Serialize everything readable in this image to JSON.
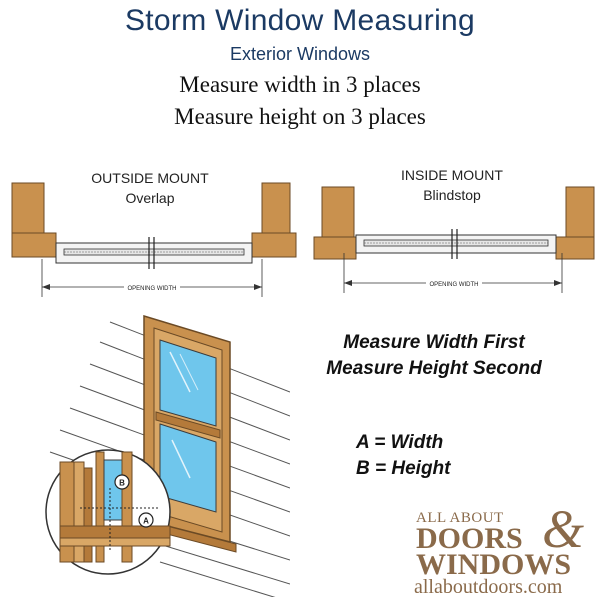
{
  "header": {
    "title": "Storm Window Measuring",
    "subtitle": "Exterior Windows",
    "line1": "Measure width in 3 places",
    "line2": "Measure height on 3 places"
  },
  "outside_mount": {
    "title": "OUTSIDE MOUNT",
    "subtitle": "Overlap",
    "dimension_label": "OPENING WIDTH"
  },
  "inside_mount": {
    "title": "INSIDE MOUNT",
    "subtitle": "Blindstop",
    "dimension_label": "OPENING WIDTH"
  },
  "instructions": {
    "line1": "Measure Width First",
    "line2": "Measure Height Second",
    "a_def": "A = Width",
    "b_def": "B = Height"
  },
  "callouts": {
    "a": "A",
    "b": "B"
  },
  "logo": {
    "line1": "ALL ABOUT",
    "line2": "DOORS",
    "ampersand": "&",
    "line3": "WINDOWS",
    "url": "allaboutdoors.com"
  },
  "colors": {
    "title": "#1b3a63",
    "wood": "#c9914e",
    "glass": "#6fc6ec",
    "logo": "#8a6a4a"
  }
}
